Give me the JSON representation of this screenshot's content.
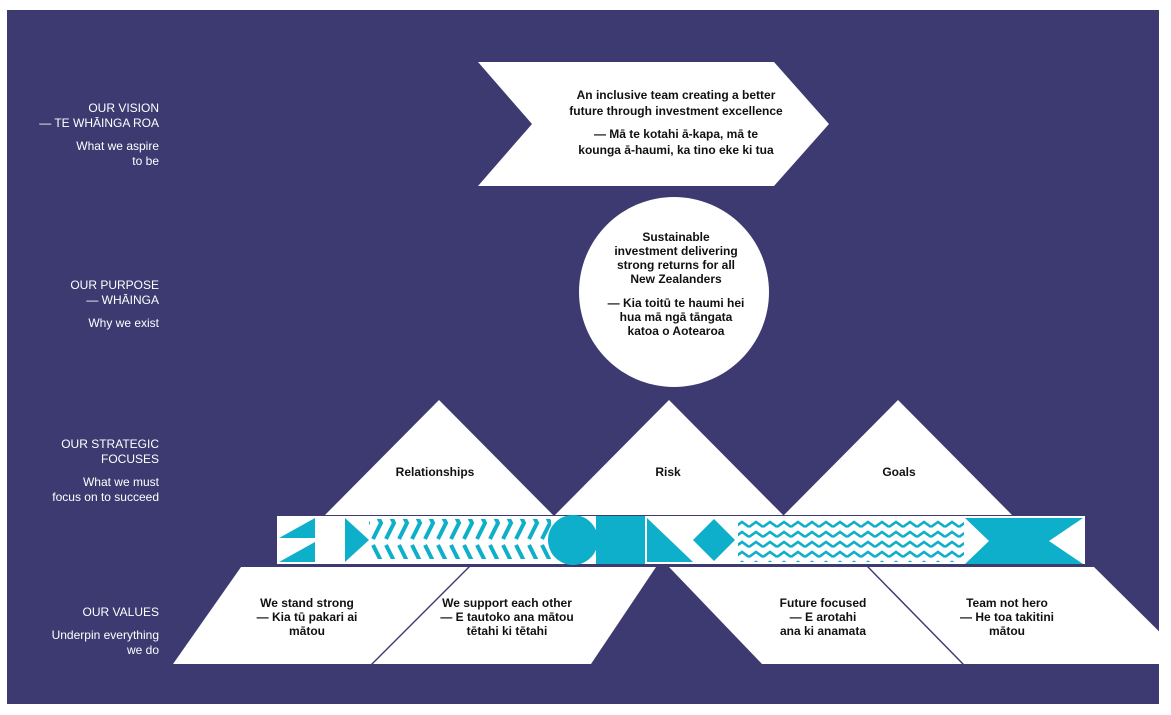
{
  "colors": {
    "background": "#3c3a70",
    "shape": "#ffffff",
    "accent": "#0eafca",
    "text": "#111111"
  },
  "rows": [
    {
      "key": "vision",
      "heading": "OUR VISION\n— TE WHĀINGA ROA",
      "subheading": "What we aspire\nto be"
    },
    {
      "key": "purpose",
      "heading": "OUR PURPOSE\n— WHĀINGA",
      "subheading": "Why we exist"
    },
    {
      "key": "focuses",
      "heading": "OUR STRATEGIC\nFOCUSES",
      "subheading": "What we must\nfocus on to succeed"
    },
    {
      "key": "values",
      "heading": "OUR VALUES",
      "subheading": "Underpin everything\nwe do"
    }
  ],
  "vision": {
    "lines": [
      "An inclusive team creating a better",
      "future through investment excellence",
      "— Mā te kotahi ā-kapa, mā te",
      "kounga ā-haumi, ka tino eke ki tua"
    ]
  },
  "purpose": {
    "lines": [
      "Sustainable",
      "investment delivering",
      "strong returns for all",
      "New Zealanders",
      "— Kia toitū te haumi hei",
      "hua mā ngā tāngata",
      "katoa o Aotearoa"
    ]
  },
  "focuses": [
    "Relationships",
    "Risk",
    "Goals"
  ],
  "values": [
    {
      "lines": [
        "We stand strong",
        "— Kia tū pakari ai",
        "mātou"
      ]
    },
    {
      "lines": [
        "We support each other",
        "— E tautoko ana mātou",
        "tētahi ki tētahi"
      ]
    },
    {
      "lines": [
        "Future focused",
        "— E arotahi",
        "ana ki anamata"
      ]
    },
    {
      "lines": [
        "Team not hero",
        "— He toa takitini",
        "mātou"
      ]
    }
  ]
}
